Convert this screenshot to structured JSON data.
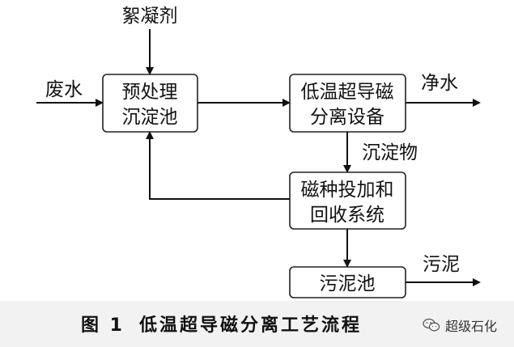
{
  "nodes": {
    "pretreatment": {
      "line1": "预处理",
      "line2": "沉淀池"
    },
    "separator": {
      "line1": "低温超导磁",
      "line2": "分离设备"
    },
    "recovery": {
      "line1": "磁种投加和",
      "line2": "回收系统"
    },
    "sludge_tank": {
      "line1": "污泥池"
    }
  },
  "labels": {
    "flocculant": "絮凝剂",
    "wastewater": "废水",
    "clean_water": "净水",
    "sediment": "沉淀物",
    "sludge": "污泥"
  },
  "caption": {
    "number": "图 1",
    "title": "低温超导磁分离工艺流程"
  },
  "watermark": {
    "text": "超级石化",
    "icon": "wechat-icon"
  }
}
